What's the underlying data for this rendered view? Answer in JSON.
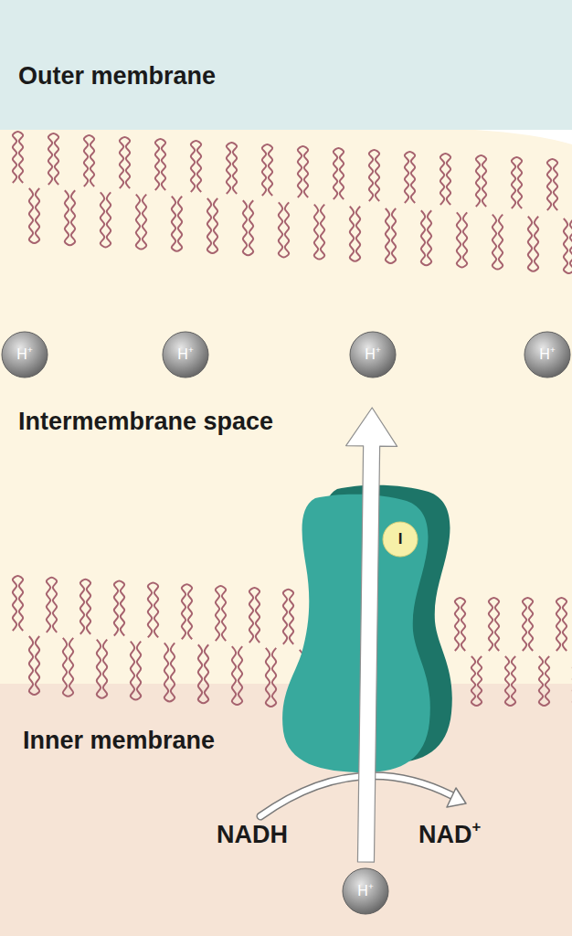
{
  "diagram": {
    "nodes": [
      {
        "text": [
          "H+"
        ]
      },
      {
        "text": [
          "H+"
        ]
      },
      {
        "text": [
          "H+"
        ]
      },
      {
        "text": [
          "H+"
        ]
      },
      {
        "text": [
          "I"
        ]
      },
      {
        "text": [
          "H+"
        ]
      }
    ],
    "edges": [
      {
        "from": 5,
        "to": 2,
        "arrow": "to"
      }
    ],
    "labels": [
      "Outer membrane",
      "Intermembrane space",
      "Inner membrane",
      "NADH",
      "NAD+"
    ]
  }
}
